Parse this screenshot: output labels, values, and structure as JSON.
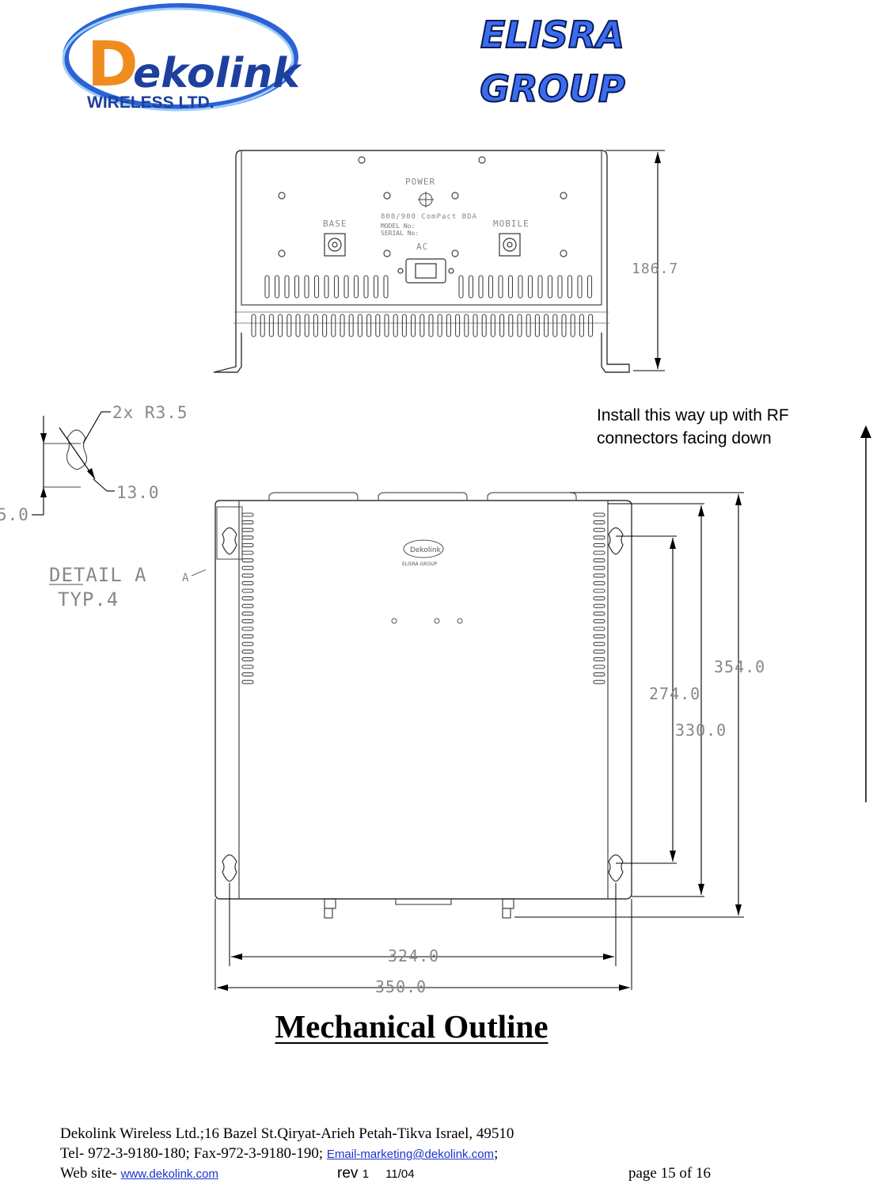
{
  "header": {
    "dekolink_logo": {
      "brand": "ekolink",
      "initial": "D",
      "tagline": "WIRELESS LTD."
    },
    "elisra_logo": {
      "line1": "ELISRA",
      "line2": "GROUP"
    }
  },
  "drawing": {
    "front_view": {
      "power_label": "POWER",
      "model_label": "800/900 ComPact BDA",
      "model_no_label": "MODEL No:",
      "serial_no_label": "SERIAL No:",
      "base_label": "BASE",
      "mobile_label": "MOBILE",
      "ac_label": "AC",
      "height_dim": "186.7"
    },
    "detail": {
      "radius_label": "2x  R3.5",
      "hole_label": "13.0",
      "offset_label": "5.0",
      "detail_label": "DETAIL  A",
      "typ_label": "TYP.4",
      "a_marker": "A"
    },
    "top_view": {
      "dim_354": "354.0",
      "dim_274": "274.0",
      "dim_330": "330.0",
      "dim_324": "324.0",
      "dim_350": "350.0"
    }
  },
  "note": {
    "line1": "Install this way up with RF",
    "line2": "connectors facing down"
  },
  "title": "Mechanical Outline",
  "footer": {
    "line1": "Dekolink Wireless Ltd.;16 Bazel St.Qiryat-Arieh Petah-Tikva Israel, 49510",
    "line2_prefix": "Tel- 972-3-9180-180; Fax-972-3-9180-190; ",
    "email": "Email-marketing@dekolink.com",
    "line2_suffix": ";",
    "web_prefix": "Web site- ",
    "web": "www.dekolink.com",
    "rev_word": "rev",
    "rev_num": "1",
    "rev_date": "11/04",
    "page": "page 15 of 16"
  },
  "colors": {
    "dekolink_orange": "#f08c1e",
    "dekolink_blue": "#1d3f9e",
    "elisra_blue": "#3b6cf0",
    "link_blue": "#1a33cc"
  }
}
